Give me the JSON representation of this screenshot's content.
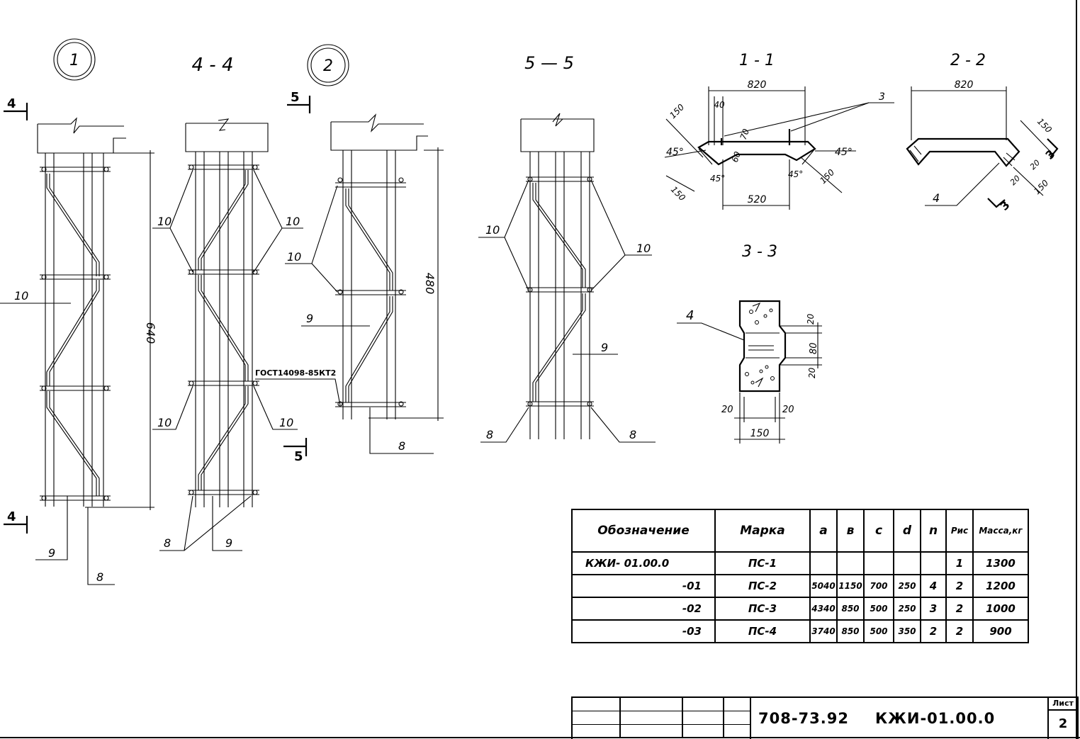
{
  "views": {
    "circle1": "1",
    "circle2": "2",
    "sec44": "4 - 4",
    "sec55": "5 — 5",
    "sec11": "1 - 1",
    "sec22": "2 - 2",
    "sec33": "3 - 3",
    "cut4": "4",
    "cut5": "5",
    "cut3": "3"
  },
  "dims": {
    "d640": "640",
    "d480": "480",
    "d820a": "820",
    "d820b": "820",
    "d520": "520",
    "d40": "40",
    "d70": "70",
    "d60": "60",
    "d150": "150",
    "d45": "45°",
    "d20": "20",
    "d80": "80"
  },
  "callouts": {
    "p3": "3",
    "p4": "4",
    "p8": "8",
    "p9": "9",
    "p10": "10",
    "gost": "ГОСТ14098-85КТ2"
  },
  "table": {
    "headers": [
      "Обозначение",
      "Марка",
      "a",
      "в",
      "c",
      "d",
      "n",
      "Рис",
      "Масса,кг"
    ],
    "rows": [
      [
        "КЖИ- 01.00.0",
        "ПС-1",
        "",
        "",
        "",
        "",
        "",
        "1",
        "1300"
      ],
      [
        "-01",
        "ПС-2",
        "5040",
        "1150",
        "700",
        "250",
        "4",
        "2",
        "1200"
      ],
      [
        "-02",
        "ПС-3",
        "4340",
        "850",
        "500",
        "250",
        "3",
        "2",
        "1000"
      ],
      [
        "-03",
        "ПС-4",
        "3740",
        "850",
        "500",
        "350",
        "2",
        "2",
        "900"
      ]
    ]
  },
  "titleblock": {
    "project": "708-73.92",
    "code": "КЖИ-01.00.0",
    "sheet_label": "Лист",
    "sheet_no": "2"
  }
}
